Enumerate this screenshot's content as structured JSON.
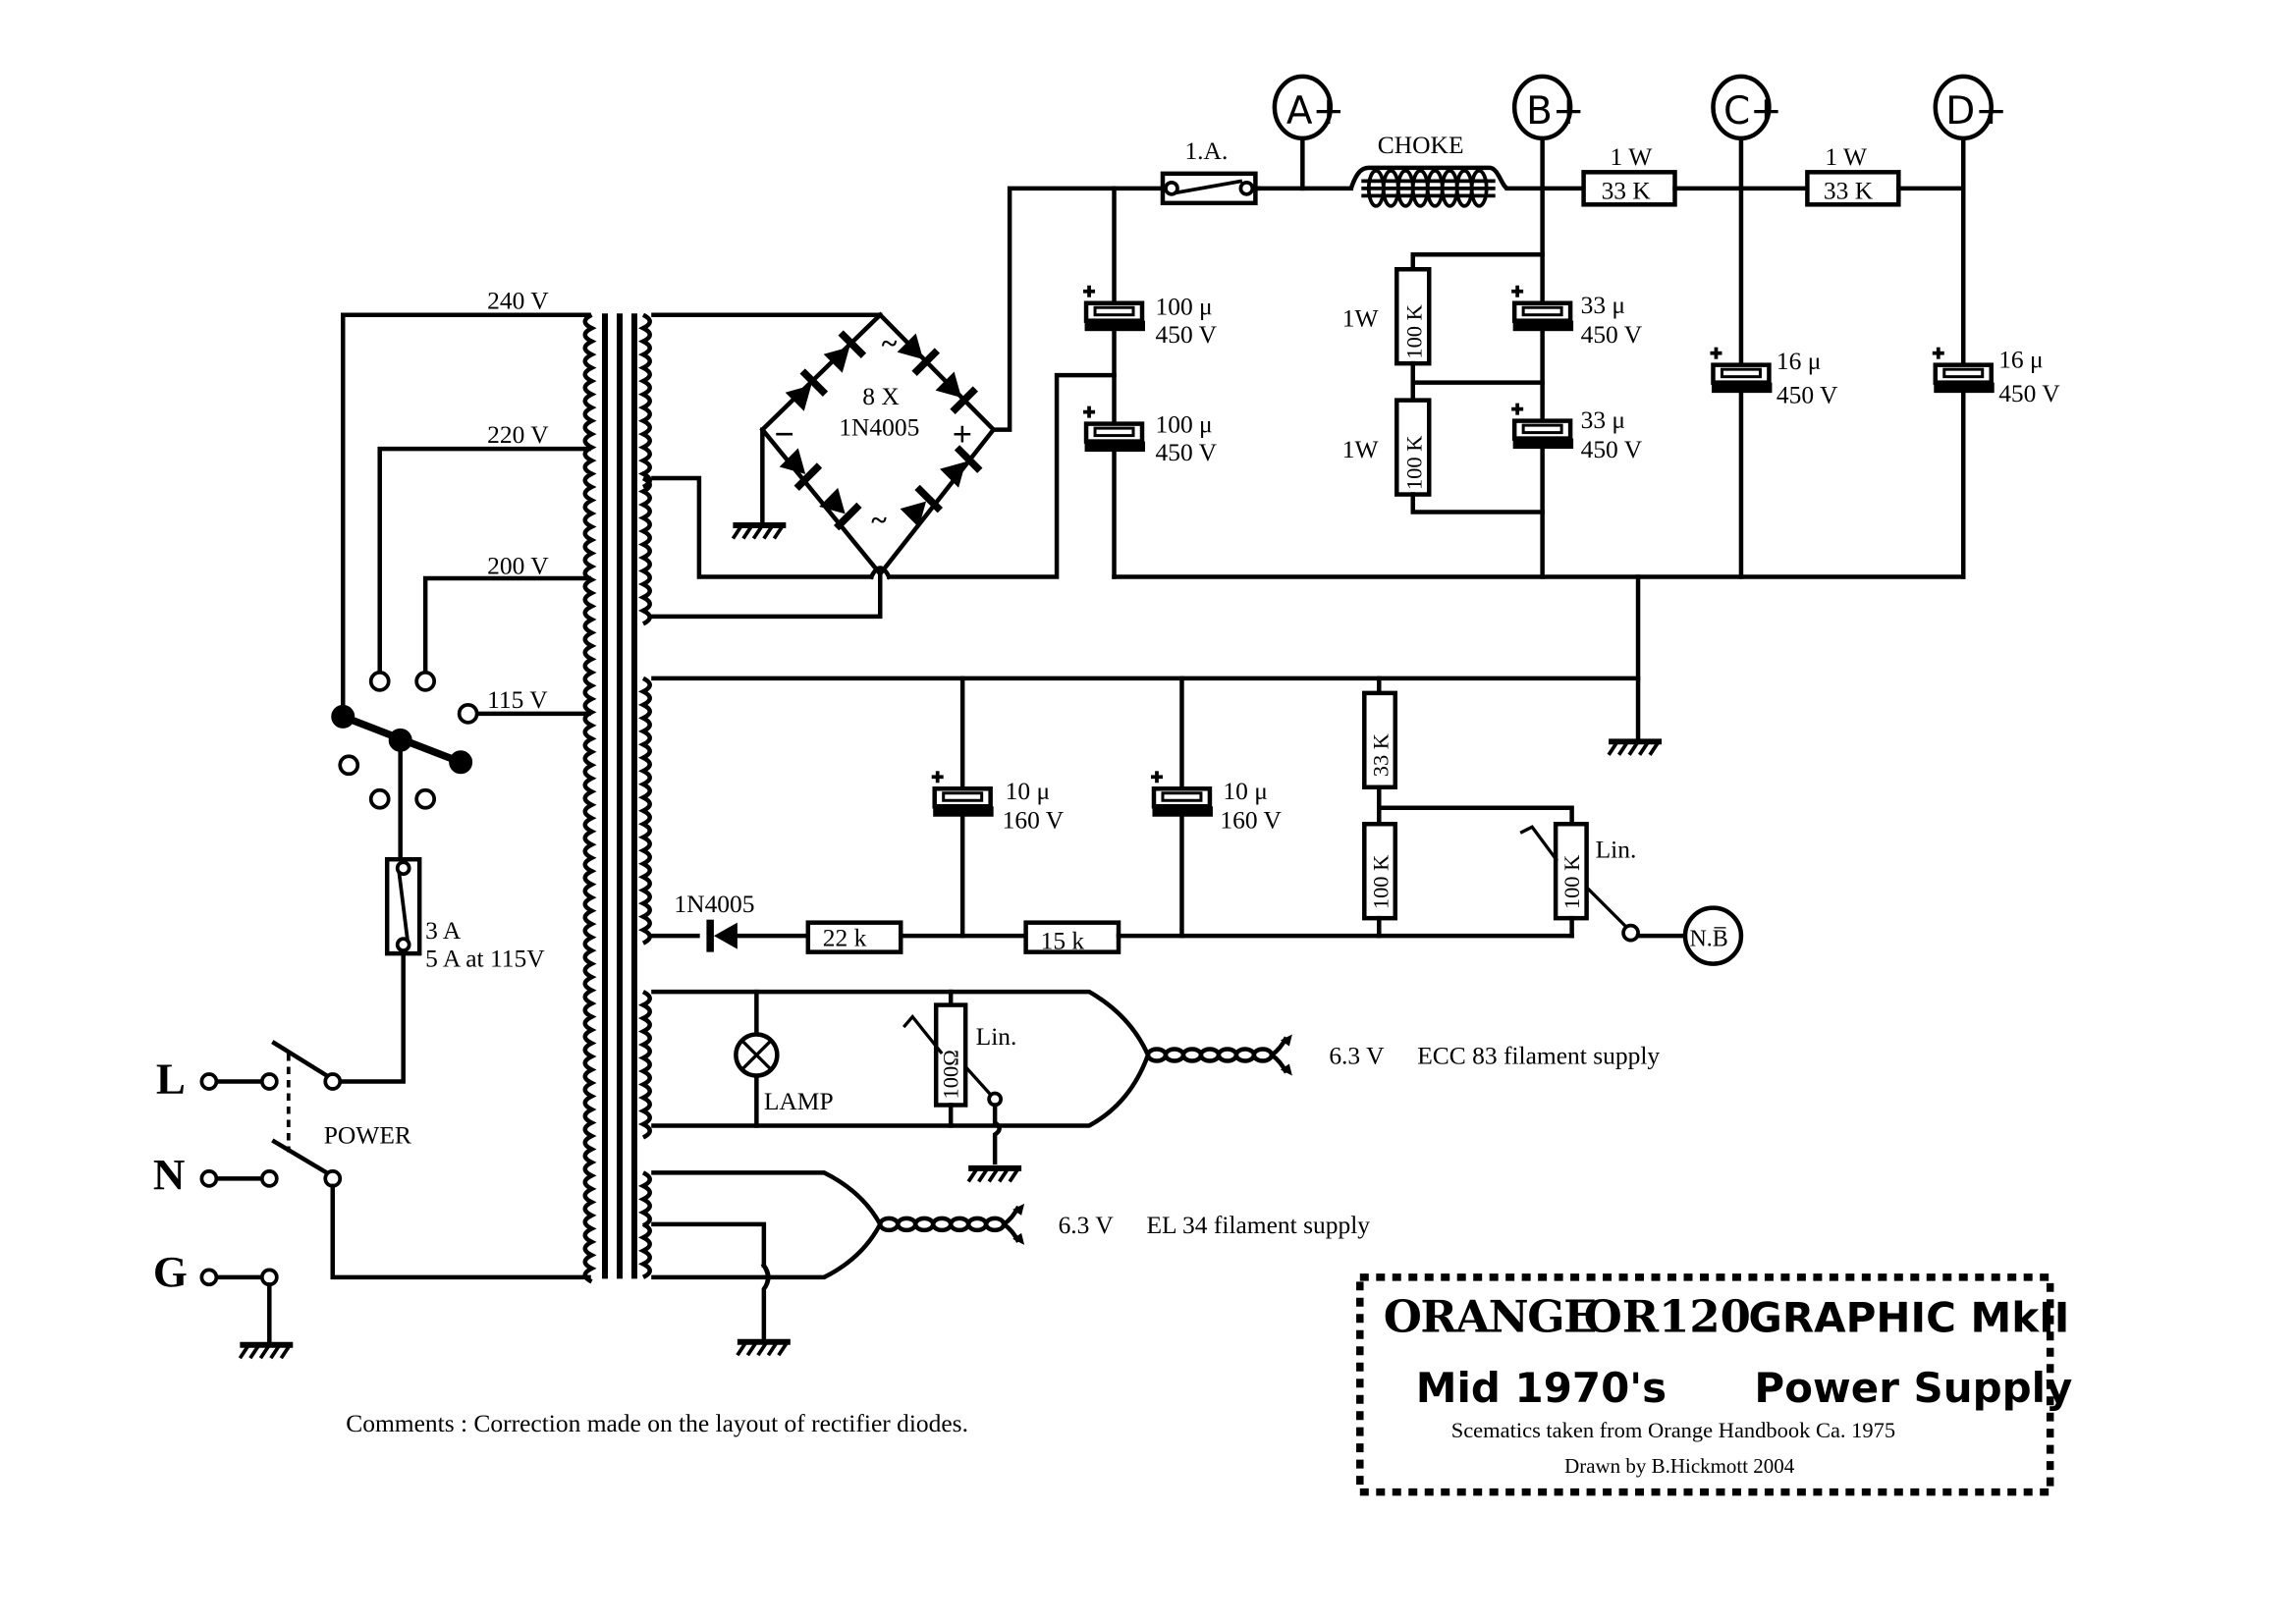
{
  "title_block": {
    "brand": "ORANGE",
    "model": "OR120",
    "name": "GRAPHIC MkII",
    "era": "Mid  1970's",
    "section": "Power Supply",
    "source": "Scematics taken  from Orange Handbook Ca. 1975",
    "author": "Drawn by B.Hickmott 2004"
  },
  "comments": "Comments : Correction made on the layout of rectifier diodes.",
  "mains": {
    "terminals": [
      "L",
      "N",
      "G"
    ],
    "power_switch_label": "POWER",
    "fuse_label_1": "3 A",
    "fuse_label_2": "5 A at 115V"
  },
  "primary_taps": [
    "240 V",
    "220 V",
    "200 V",
    "115 V"
  ],
  "rectifier": {
    "label_1": "8 X",
    "label_2": "1N4005",
    "minus": "−",
    "plus": "+",
    "ac": "~"
  },
  "ht_supply": {
    "fuse_label": "1.A.",
    "choke_label": "CHOKE",
    "nodes": [
      "A+",
      "B+",
      "C+",
      "D+"
    ],
    "series_resistors": [
      {
        "rating": "1 W",
        "value": "33 K"
      },
      {
        "rating": "1 W",
        "value": "33 K"
      }
    ],
    "reservoir_caps": [
      {
        "value": "100 μ",
        "voltage": "450 V"
      },
      {
        "value": "100 μ",
        "voltage": "450 V"
      }
    ],
    "balance_resistors": [
      {
        "rating": "1W",
        "value": "100 K"
      },
      {
        "rating": "1W",
        "value": "100 K"
      }
    ],
    "b_caps": [
      {
        "value": "33 μ",
        "voltage": "450 V"
      },
      {
        "value": "33 μ",
        "voltage": "450 V"
      }
    ],
    "c_cap": {
      "value": "16 μ",
      "voltage": "450 V"
    },
    "d_cap": {
      "value": "16 μ",
      "voltage": "450 V"
    }
  },
  "bias_supply": {
    "diode": "1N4005",
    "resistors": [
      "22 k",
      "15 k"
    ],
    "caps": [
      {
        "value": "10 μ",
        "voltage": "160 V"
      },
      {
        "value": "10 μ",
        "voltage": "160 V"
      }
    ],
    "divider_top": "33 K",
    "divider_bottom": "100 K",
    "pot_value": "100 K",
    "pot_taper": "Lin.",
    "output": "N.B̅"
  },
  "heaters": {
    "ecc83": {
      "voltage": "6.3 V",
      "label": "ECC 83 filament supply",
      "lamp": "LAMP",
      "pot_value": "100Ω",
      "pot_taper": "Lin."
    },
    "el34": {
      "voltage": "6.3 V",
      "label": "EL 34  filament supply"
    }
  }
}
